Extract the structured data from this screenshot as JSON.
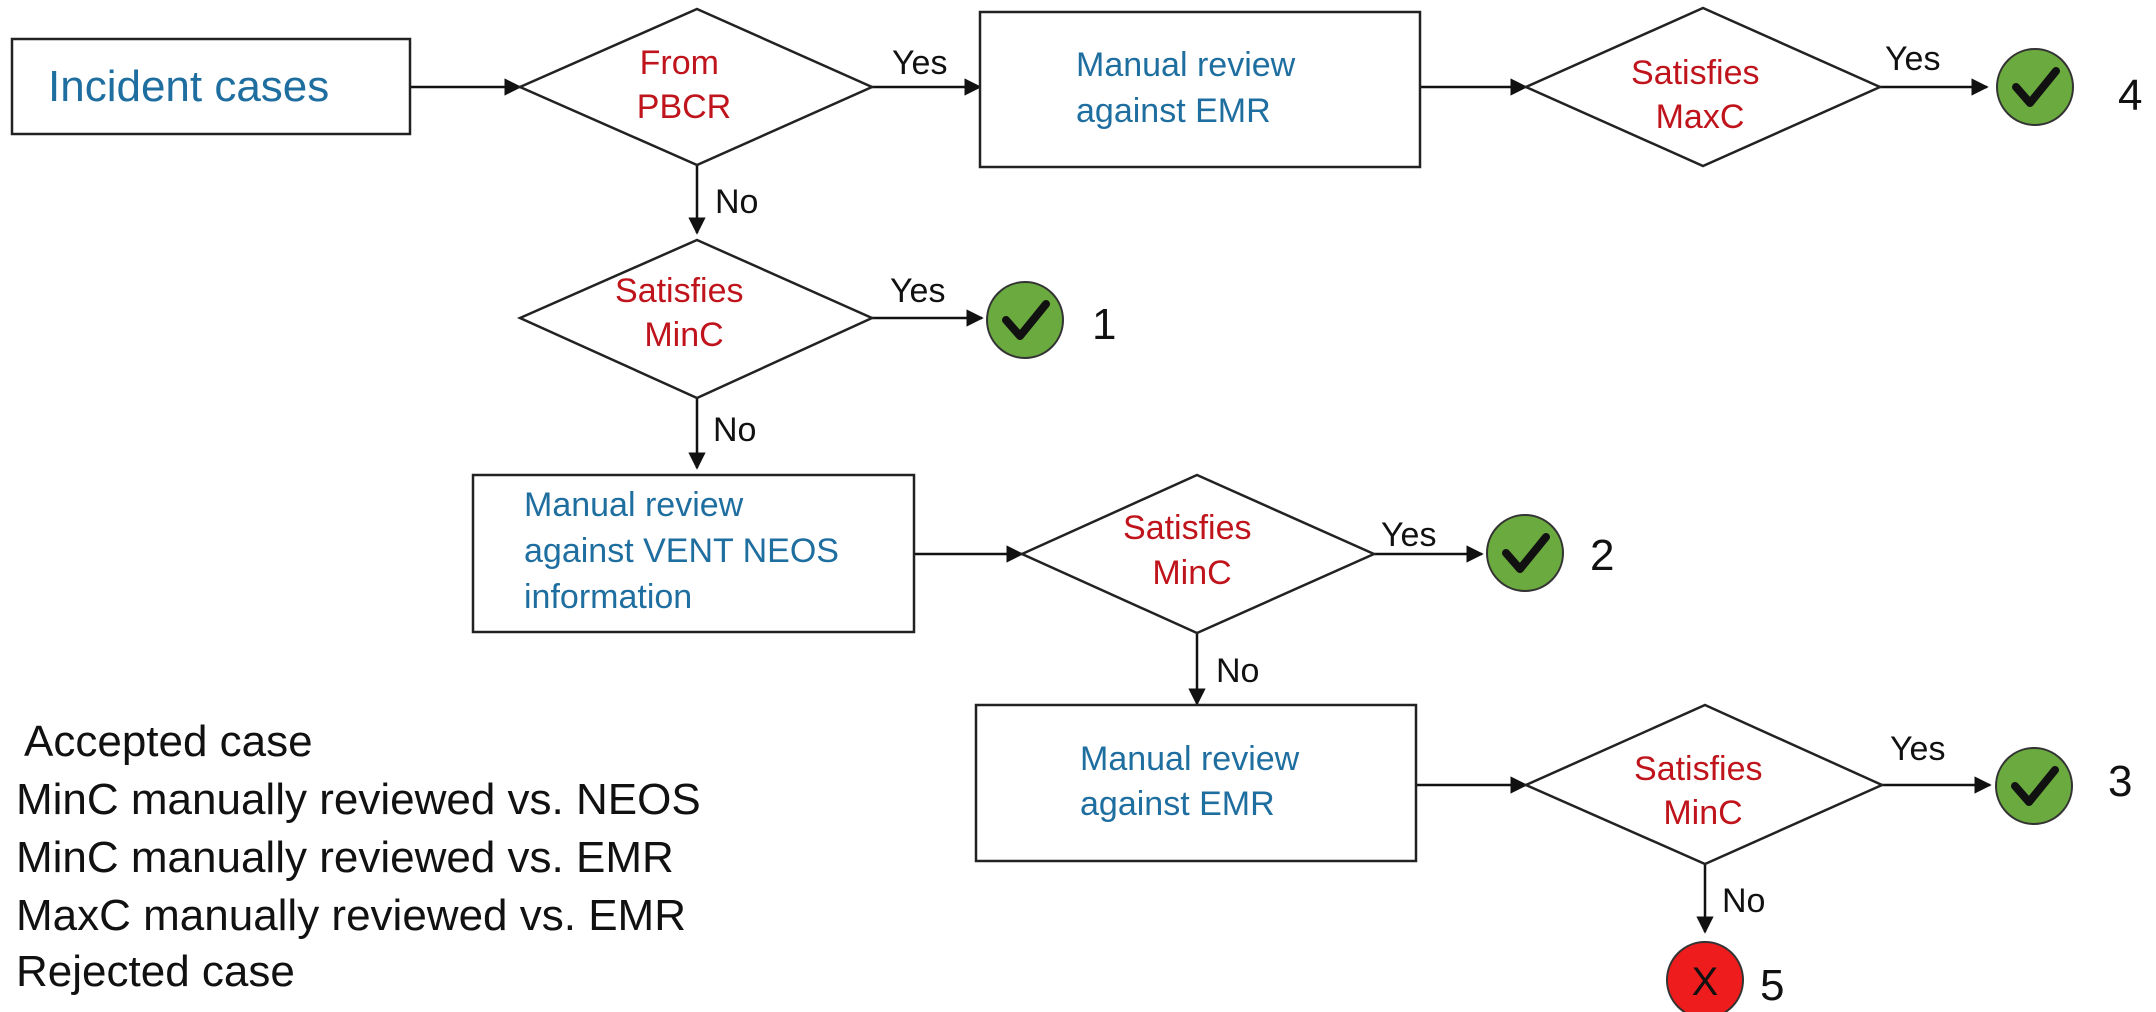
{
  "colors": {
    "box_text": "#1f6ea0",
    "decision_text": "#c0141c",
    "accepted_fill": "#6aaa3e",
    "rejected_fill": "#ee1c1c",
    "line": "#111111"
  },
  "nodes": {
    "incident": {
      "label": [
        "Incident cases"
      ]
    },
    "from_pbcr": {
      "label": [
        "From",
        "PBCR"
      ]
    },
    "review_emr_top": {
      "label": [
        "Manual review",
        "against EMR"
      ]
    },
    "maxc_check": {
      "label": [
        "Satisfies",
        "MaxC"
      ]
    },
    "minc_check_1": {
      "label": [
        "Satisfies",
        "MinC"
      ]
    },
    "review_neos": {
      "label": [
        "Manual review",
        "against VENT NEOS",
        "information"
      ]
    },
    "minc_check_2": {
      "label": [
        "Satisfies",
        "MinC"
      ]
    },
    "review_emr_bottom": {
      "label": [
        "Manual review",
        "against EMR"
      ]
    },
    "minc_check_3": {
      "label": [
        "Satisfies",
        "MinC"
      ]
    }
  },
  "edge_labels": {
    "pbcr_yes": "Yes",
    "pbcr_no": "No",
    "maxc_yes": "Yes",
    "minc1_yes": "Yes",
    "minc1_no": "No",
    "minc2_yes": "Yes",
    "minc2_no": "No",
    "minc3_yes": "Yes",
    "minc3_no": "No"
  },
  "outcomes": [
    {
      "id": "outcome-1",
      "kind": "accepted",
      "icon": "checkmark-icon",
      "number": "1"
    },
    {
      "id": "outcome-2",
      "kind": "accepted",
      "icon": "checkmark-icon",
      "number": "2"
    },
    {
      "id": "outcome-3",
      "kind": "accepted",
      "icon": "checkmark-icon",
      "number": "3"
    },
    {
      "id": "outcome-4",
      "kind": "accepted",
      "icon": "checkmark-icon",
      "number": "4"
    },
    {
      "id": "outcome-5",
      "kind": "rejected",
      "icon": "cross-icon",
      "number": "5",
      "mark": "X"
    }
  ],
  "legend": [
    "Accepted case",
    "MinC manually reviewed vs. NEOS",
    "MinC manually reviewed vs. EMR",
    "MaxC manually reviewed vs. EMR",
    "Rejected case"
  ]
}
